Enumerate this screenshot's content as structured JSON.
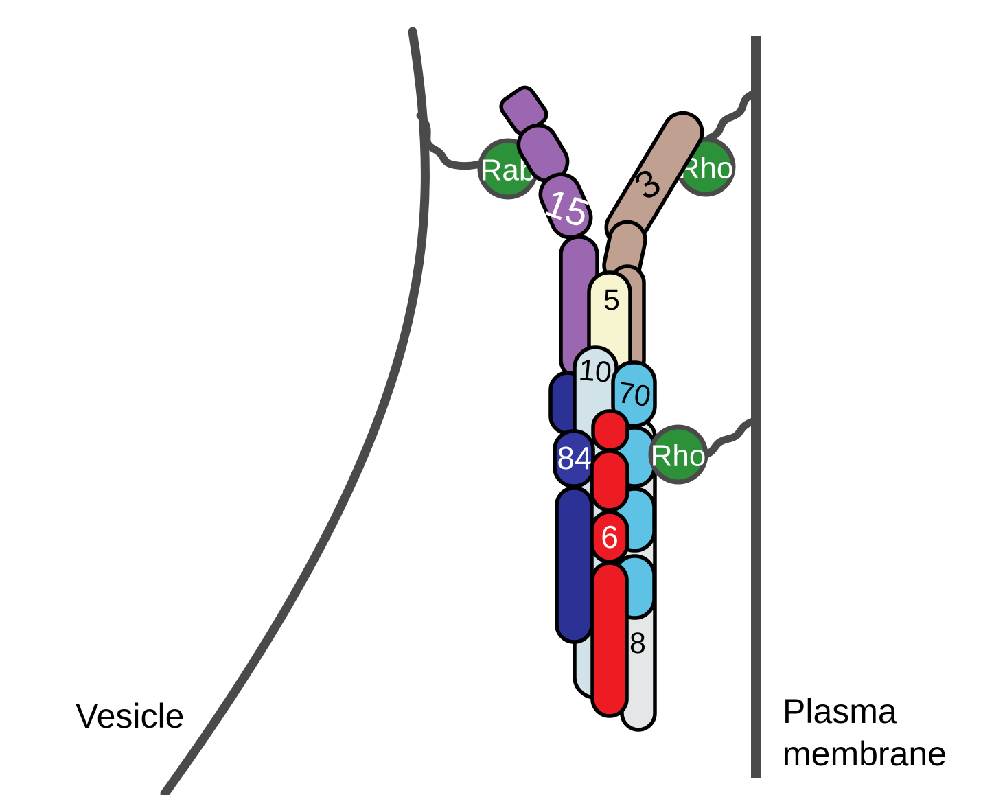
{
  "labels": {
    "vesicle": "Vesicle",
    "plasma_membrane_line1": "Plasma",
    "plasma_membrane_line2": "membrane"
  },
  "gtpases": {
    "rab": "Rab",
    "rho_top": "Rho",
    "rho_bottom": "Rho"
  },
  "subunits": {
    "s15": "15",
    "s3": "3",
    "s5": "5",
    "s10": "10",
    "s70": "70",
    "s84": "84",
    "s6": "6",
    "s8": "8"
  },
  "colors": {
    "membrane": "#4a4a4a",
    "gtpase_green": "#2c9138",
    "purple": "#9a67b0",
    "tan": "#c0a191",
    "cream": "#f7f4d0",
    "light_blue": "#d2e2e9",
    "sky_blue": "#5ec2e4",
    "navy": "#2c3196",
    "navy_light": "#3439a1",
    "red": "#ed1c24",
    "gray": "#e4e6e7",
    "label_dark": "#000000",
    "label_light": "#ffffff"
  }
}
